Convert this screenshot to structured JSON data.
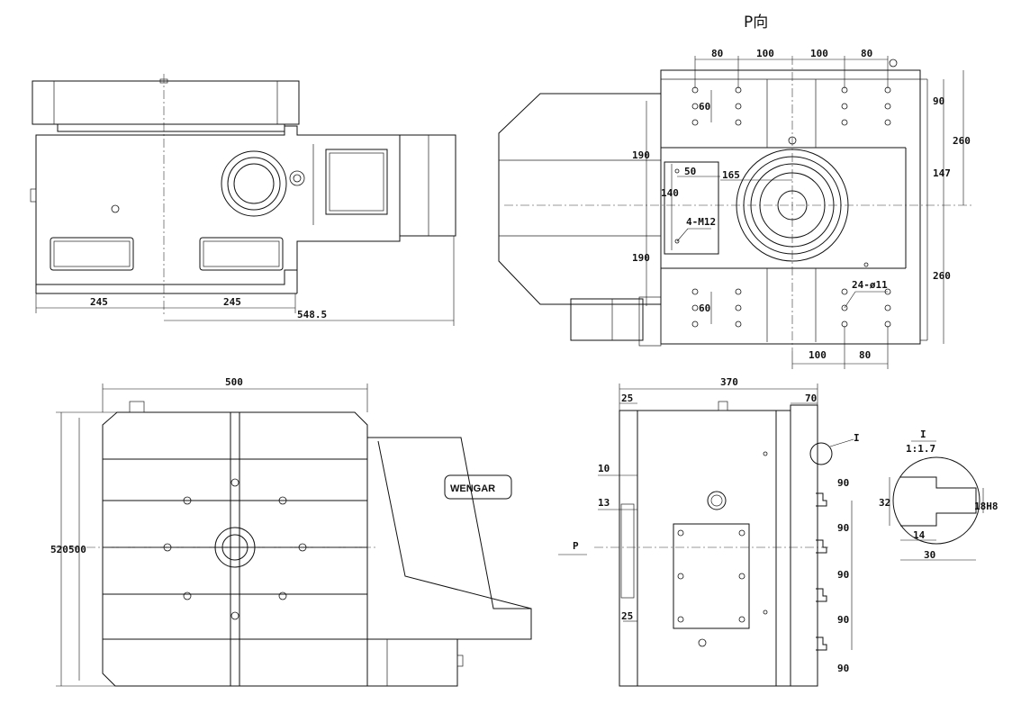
{
  "title": "P向",
  "front": {
    "d1": "245",
    "d2": "245",
    "d3": "548.5"
  },
  "pview": {
    "t1": "80",
    "t2": "100",
    "t3": "100",
    "t4": "80",
    "r1": "90",
    "r2": "260",
    "r3": "147",
    "r4": "260",
    "l1": "190",
    "l2": "190",
    "l3": "140",
    "v60a": "60",
    "v60b": "60",
    "c50": "50",
    "c165": "165",
    "m12": "4-M12",
    "holes": "24-ø11",
    "b1": "100",
    "b2": "80"
  },
  "top": {
    "w": "500",
    "h1": "520",
    "h2": "500",
    "logo": "WENGAR"
  },
  "side": {
    "w": "370",
    "l25a": "25",
    "r70": "70",
    "l10": "10",
    "l13": "13",
    "l25b": "25",
    "p": "P",
    "s90a": "90",
    "s90b": "90",
    "s90c": "90",
    "s90d": "90",
    "s90e": "90",
    "mark": "I"
  },
  "detail": {
    "title": "I",
    "scale": "1:1.7",
    "d32": "32",
    "d18": "18H8",
    "d14": "14",
    "d30": "30"
  }
}
